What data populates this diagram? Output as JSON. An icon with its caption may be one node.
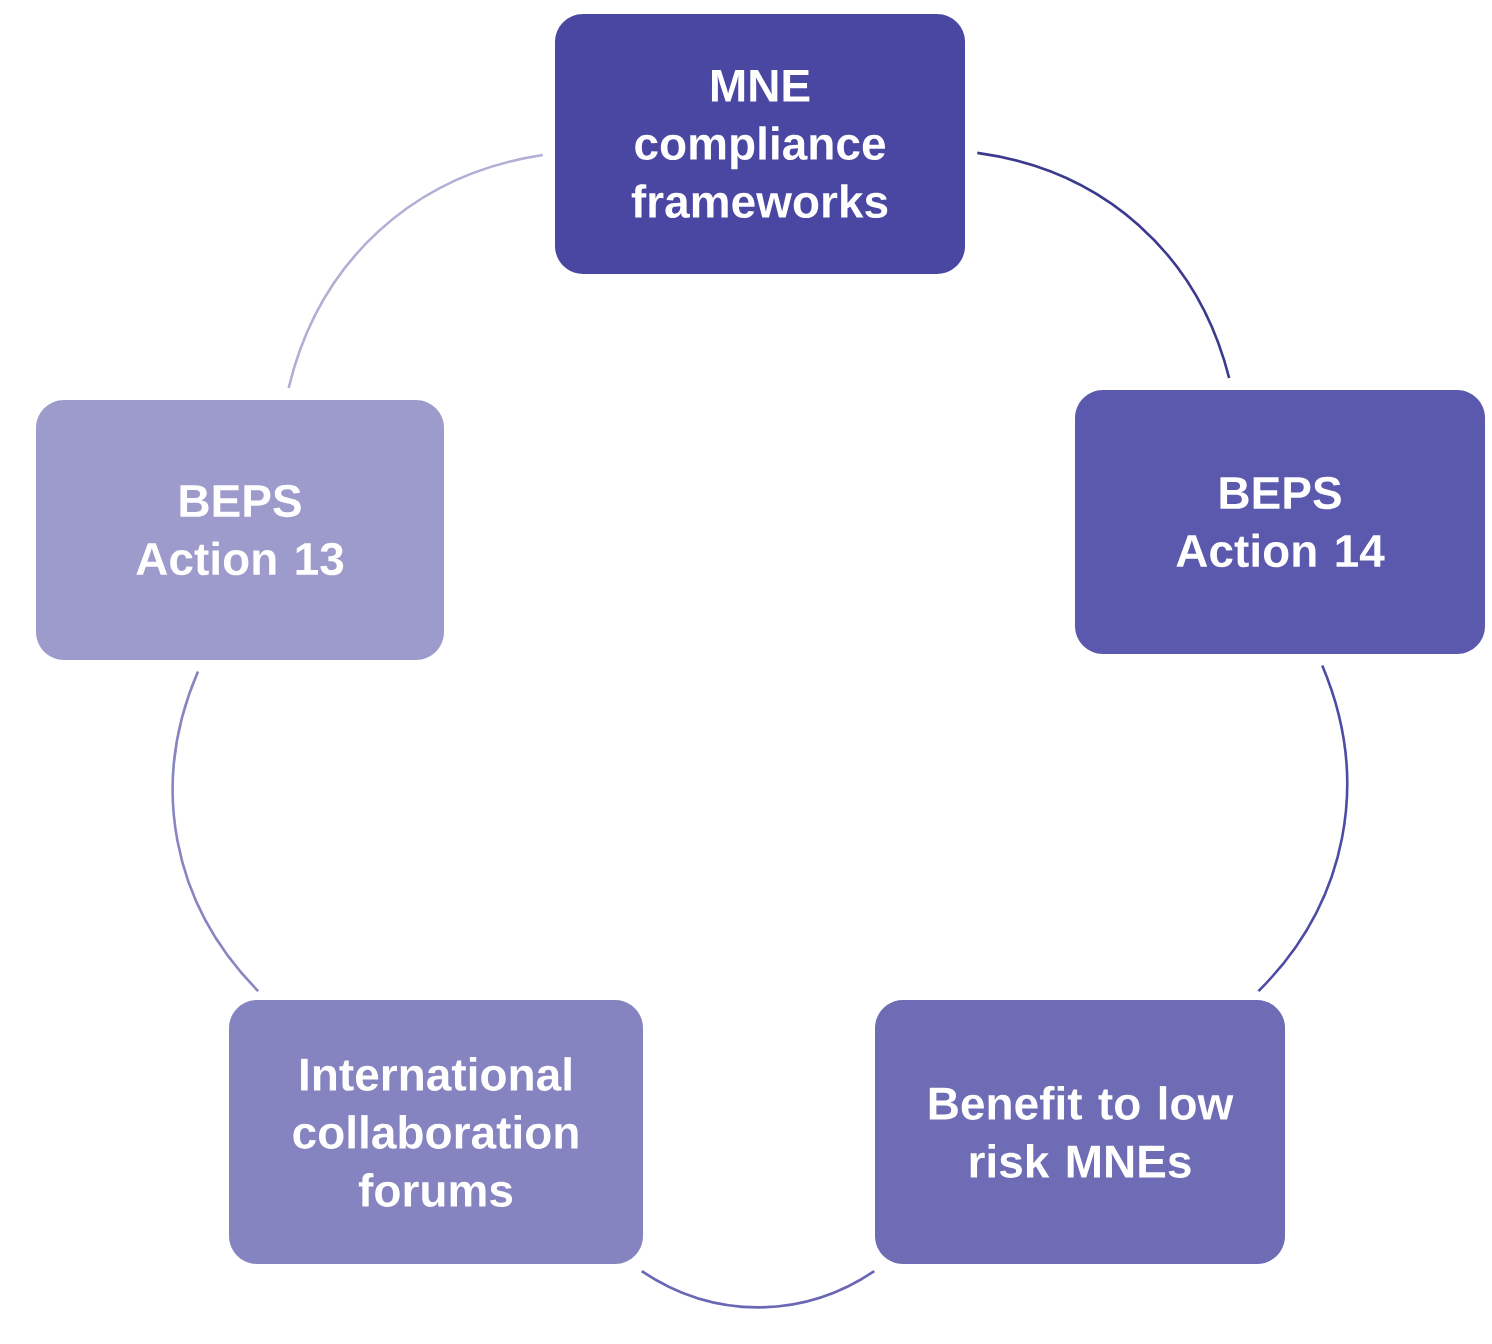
{
  "diagram": {
    "nodes": [
      {
        "text": [
          "MNE compliance frameworks"
        ]
      },
      {
        "text": [
          "BEPS Action 14"
        ]
      },
      {
        "text": [
          "Benefit to low risk MNEs"
        ]
      },
      {
        "text": [
          "International collaboration forums"
        ]
      },
      {
        "text": [
          "BEPS Action 13"
        ]
      }
    ],
    "edges": [
      {
        "from": 0,
        "to": 1,
        "arrow": "none",
        "color": "#3b3a8f"
      },
      {
        "from": 1,
        "to": 2,
        "arrow": "none",
        "color": "#4d4ba6"
      },
      {
        "from": 2,
        "to": 3,
        "arrow": "none",
        "color": "#6a68b5"
      },
      {
        "from": 3,
        "to": 4,
        "arrow": "none",
        "color": "#8786c2"
      },
      {
        "from": 4,
        "to": 0,
        "arrow": "none",
        "color": "#b0afd6"
      }
    ]
  }
}
